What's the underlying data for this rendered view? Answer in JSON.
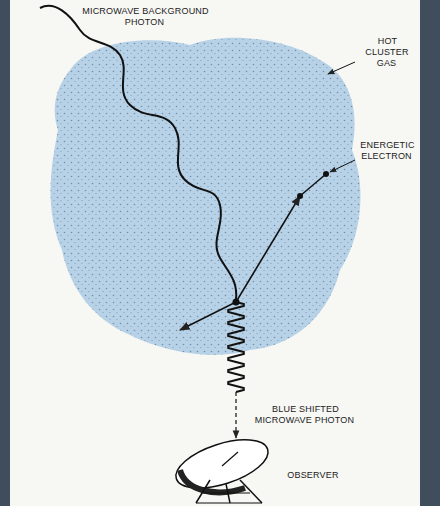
{
  "diagram": {
    "labels": [
      "MICROWAVE BACKGROUND PHOTON",
      "HOT CLUSTER GAS",
      "ENERGETIC ELECTRON",
      "BLUE SHIFTED MICROWAVE PHOTON",
      "OBSERVER"
    ]
  }
}
